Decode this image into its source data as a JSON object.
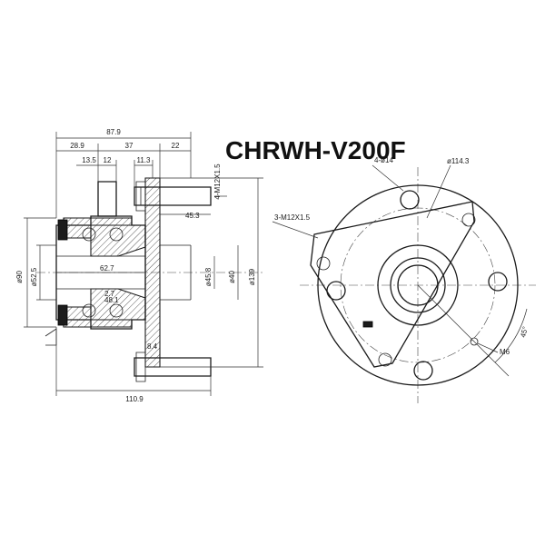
{
  "title": "CHRWH-V200F",
  "side_view": {
    "dims": {
      "overall_top": "87.9",
      "seg1": "28.9",
      "seg2": "37",
      "seg3": "22",
      "sub1": "13.5",
      "sub2": "12",
      "sub3": "11.3",
      "stud_thread": "4-M12X1.5",
      "stud_len": "45.3",
      "bore": "62.7",
      "d_90": "ø90",
      "d_52_5": "ø52.5",
      "d_45_8": "ø45.8",
      "d_40": "ø40",
      "d_139": "ø139",
      "flange_t": "8.4",
      "overall_bottom": "110.9",
      "inner_a": "2.7",
      "inner_b": "48.1"
    }
  },
  "front_view": {
    "holes": "4-ø14",
    "pcd": "ø114.3",
    "mount_holes": "3-M12X1.5",
    "angle": "45°",
    "small_hole": "M6"
  },
  "colors": {
    "line": "#1a1a1a",
    "background": "#ffffff"
  }
}
